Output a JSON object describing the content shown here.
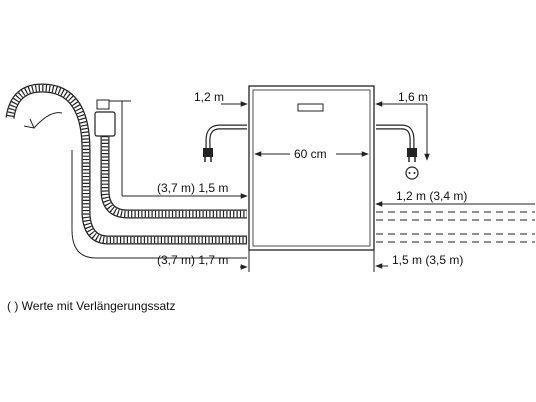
{
  "labels": {
    "power_left": "1,2 m",
    "power_right": "1,6 m",
    "width": "60 cm",
    "drain_upper": "(3,7 m) 1,5 m",
    "drain_lower": "(3,7 m) 1,7 m",
    "water_upper": "1,2 m (3,4 m)",
    "water_lower": "1,5 m (3,5 m)"
  },
  "footnote": "( ) Werte mit Verlängerungssatz",
  "colors": {
    "line": "#222222",
    "hose_fill": "#ffffff"
  }
}
